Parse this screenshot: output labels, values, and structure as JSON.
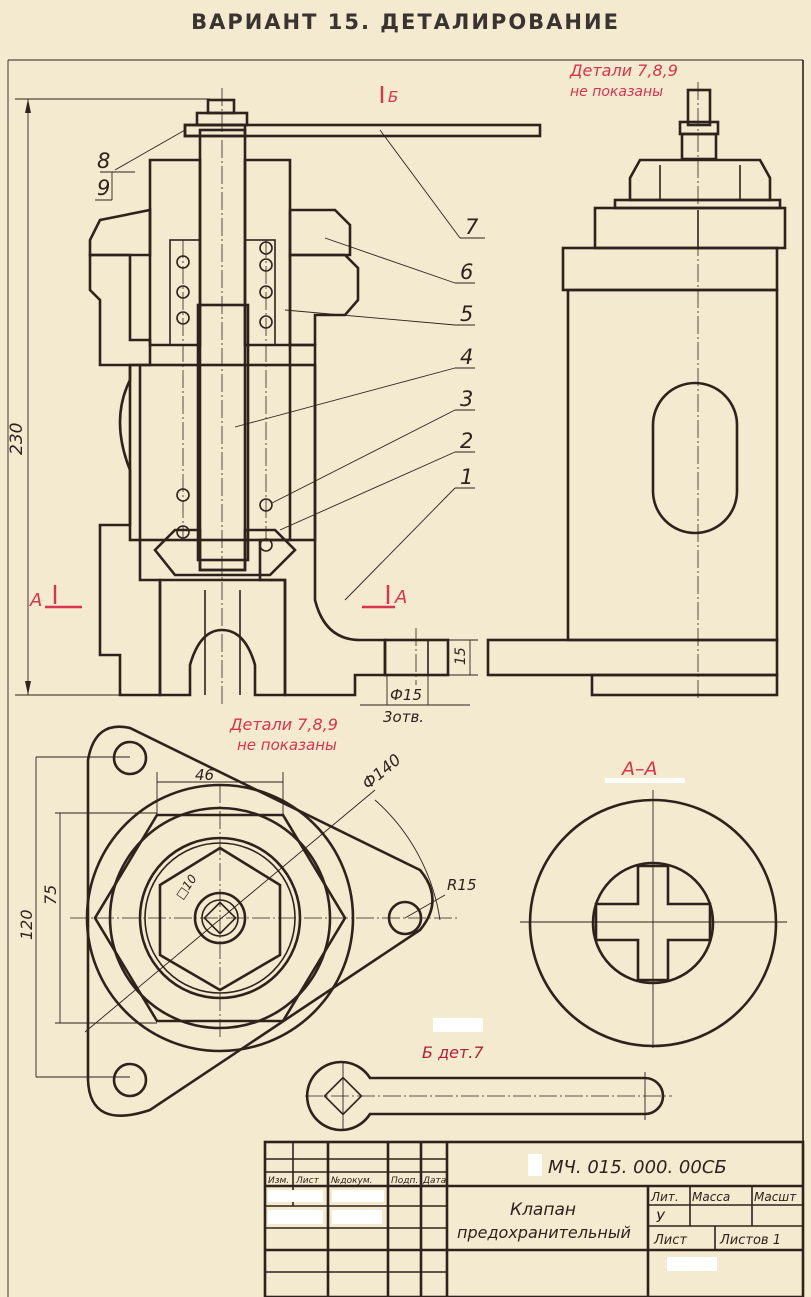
{
  "sheet": {
    "title": "ВАРИАНТ 15. ДЕТАЛИРОВАНИЕ",
    "paper_color": "#f3ead0",
    "ink_color": "#2e221c",
    "accent_color": "#d8334f"
  },
  "notes": {
    "details_not_shown_top_line1": "Детали 7,8,9",
    "details_not_shown_top_line2": "не показаны",
    "details_not_shown_plan_line1": "Детали 7,8,9",
    "details_not_shown_plan_line2": "не показаны",
    "view_b_label": "Б дет.7",
    "section_label": "А–А",
    "section_mark_left": "А",
    "section_mark_right": "А",
    "view_arrow_label": "Б"
  },
  "part_numbers": {
    "leader_8": "8",
    "leader_9": "9",
    "leader_7": "7",
    "leader_6": "6",
    "leader_5": "5",
    "leader_4": "4",
    "leader_3": "3",
    "leader_2": "2",
    "leader_1": "1"
  },
  "dimensions": {
    "overall_height": "230",
    "flange_thickness": "15",
    "hole_diameter": "Ф15",
    "hole_count": "3отв.",
    "hex_flat": "46",
    "bolt_circle": "Ф140",
    "lug_radius": "R15",
    "square": "□10",
    "plan_height_120": "120",
    "plan_height_75": "75"
  },
  "title_block": {
    "designation": "МЧ. 015. 000. 00СБ",
    "name_line1": "Клапан",
    "name_line2": "предохранительный",
    "col_izm": "Изм.",
    "col_list": "Лист",
    "col_doc": "№докум.",
    "col_sign": "Подп.",
    "col_date": "Дата",
    "lit_label": "Лит.",
    "mass_label": "Масса",
    "scale_label": "Масшт",
    "lit_value": "У",
    "sheet_label": "Лист",
    "sheets_label": "Листов 1"
  }
}
